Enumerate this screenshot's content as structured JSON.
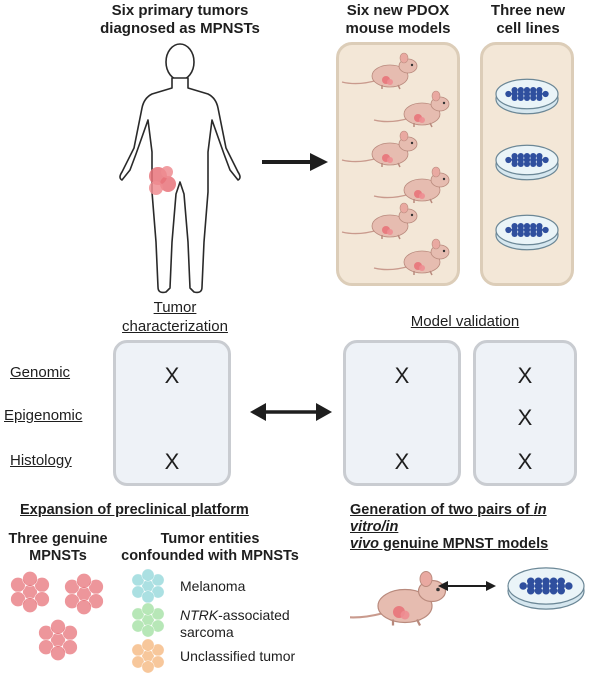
{
  "top": {
    "primary_title": [
      "Six primary tumors",
      "diagnosed as MPNSTs"
    ],
    "pdox_title": [
      "Six new PDOX",
      "mouse models"
    ],
    "cellline_title": [
      "Three new",
      "cell lines"
    ]
  },
  "middle": {
    "tumor_heading": [
      "Tumor",
      "characterization"
    ],
    "validation_heading": "Model validation",
    "rows": [
      "Genomic",
      "Epigenomic",
      "Histology"
    ],
    "mark": "X"
  },
  "bottom": {
    "expansion_title": "Expansion of preclinical platform",
    "generation_title_parts": [
      "Generation of two pairs of ",
      "in vitro/in",
      "vivo",
      " genuine MPNST models"
    ],
    "genuine_label": [
      "Three genuine",
      "MPNSTs"
    ],
    "entities_label": [
      "Tumor entities",
      "confounded with MPNSTs"
    ],
    "legend": {
      "melanoma": "Melanoma",
      "ntrk_italic": "NTRK",
      "ntrk_rest": "-associated",
      "ntrk_line2": "sarcoma",
      "unclassified": "Unclassified tumor"
    }
  },
  "colors": {
    "tumor": "#e8737a",
    "cells": "#2f4f9e",
    "mouse": "#e6bcb0",
    "panel": "#f3e7d7",
    "box_border": "#c9ccd1",
    "melanoma": "#8fd6d9",
    "sarcoma": "#9fe0a0",
    "unclassified": "#f5b57a"
  }
}
